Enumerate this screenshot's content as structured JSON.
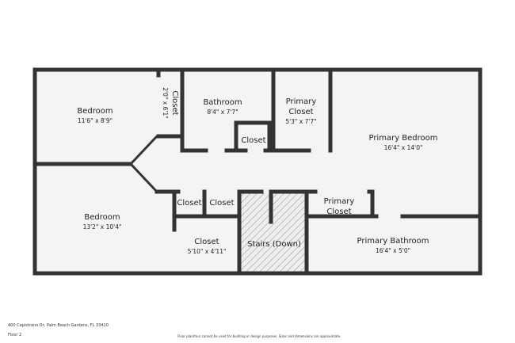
{
  "rooms": {
    "bedroom1": {
      "name": "Bedroom",
      "dims": "11'6\" x 8'9\""
    },
    "closet_vertical": {
      "name": "Closet",
      "dims": "2'0\" x 6'1\""
    },
    "bathroom": {
      "name": "Bathroom",
      "dims": "8'4\" x 7'7\""
    },
    "closet_bath": {
      "name": "Closet"
    },
    "primary_closet_top": {
      "name_line1": "Primary",
      "name_line2": "Closet",
      "dims": "5'3\" x 7'7\""
    },
    "primary_bedroom": {
      "name": "Primary Bedroom",
      "dims": "16'4\" x 14'0\""
    },
    "bedroom2": {
      "name": "Bedroom",
      "dims": "13'2\" x 10'4\""
    },
    "closet_a": {
      "name": "Closet"
    },
    "closet_b": {
      "name": "Closet"
    },
    "closet_c": {
      "name": "Closet",
      "dims": "5'10\" x 4'11\""
    },
    "stairs": {
      "name": "Stairs (Down)"
    },
    "primary_closet_bottom": {
      "name_line1": "Primary",
      "name_line2": "Closet"
    },
    "primary_bathroom": {
      "name": "Primary Bathroom",
      "dims": "16'4\" x 5'0\""
    }
  },
  "footer": {
    "address": "400 Capistrano Dr, Palm Beach Gardens, FL 33410",
    "floor": "Floor 2",
    "disclaimer": "Floor plan/tour cannot be used for building or design purposes. Sizes and dimensions are approximate."
  },
  "colors": {
    "wall": "#333333",
    "floor": "#f4f4f4"
  }
}
